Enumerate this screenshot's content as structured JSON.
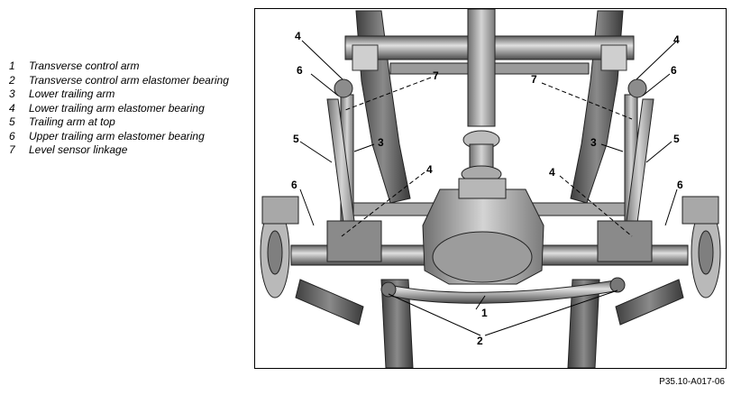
{
  "legend": {
    "items": [
      {
        "num": "1",
        "label": "Transverse control arm"
      },
      {
        "num": "2",
        "label": "Transverse control arm elastomer bearing"
      },
      {
        "num": "3",
        "label": "Lower trailing arm"
      },
      {
        "num": "4",
        "label": "Lower trailing arm elastomer bearing"
      },
      {
        "num": "5",
        "label": "Trailing arm at top"
      },
      {
        "num": "6",
        "label": "Upper trailing arm elastomer bearing"
      },
      {
        "num": "7",
        "label": "Level sensor linkage"
      }
    ]
  },
  "figure": {
    "callouts": {
      "c1": "1",
      "c2": "2",
      "c3_left": "3",
      "c3_right": "3",
      "c4_top_left": "4",
      "c4_top_right": "4",
      "c4_mid_left": "4",
      "c4_mid_right": "4",
      "c5_left": "5",
      "c5_right": "5",
      "c6_top_left": "6",
      "c6_top_right": "6",
      "c6_low_left": "6",
      "c6_low_right": "6",
      "c7_left": "7",
      "c7_right": "7"
    },
    "code": "P35.10-A017-06"
  }
}
